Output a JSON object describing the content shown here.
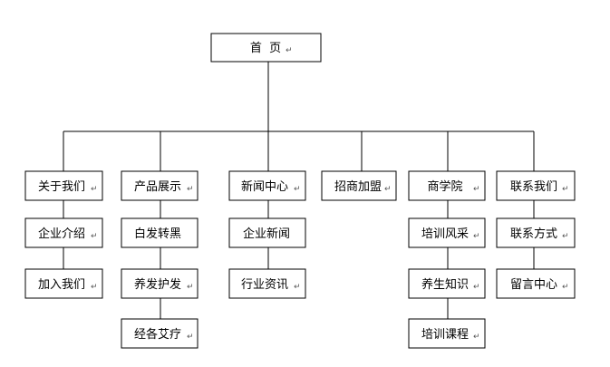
{
  "root": {
    "label": "首  页"
  },
  "para_mark": "↵",
  "columns": [
    {
      "header": "关于我们",
      "items": [
        "企业介绍",
        "加入我们"
      ]
    },
    {
      "header": "产品展示",
      "items": [
        "白发转黑",
        "养发护发",
        "经各艾疗"
      ]
    },
    {
      "header": "新闻中心",
      "items": [
        "企业新闻",
        "行业资讯"
      ]
    },
    {
      "header": "招商加盟",
      "items": []
    },
    {
      "header": "商学院",
      "items": [
        "培训风采",
        "养生知识",
        "培训课程"
      ]
    },
    {
      "header": "联系我们",
      "items": [
        "联系方式",
        "留言中心"
      ]
    }
  ]
}
